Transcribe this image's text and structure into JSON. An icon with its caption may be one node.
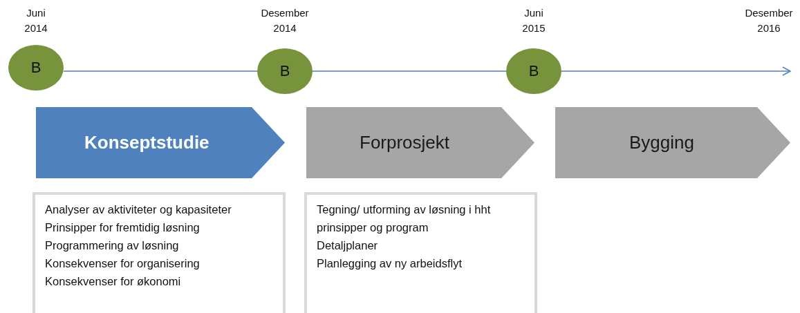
{
  "diagram": {
    "nodes": [
      {
        "text": [
          "B"
        ],
        "beside": [
          "Juni 2014"
        ]
      },
      {
        "text": [
          "B"
        ],
        "beside": [
          "Desember 2014"
        ]
      },
      {
        "text": [
          "B"
        ],
        "beside": [
          "Juni 2015"
        ]
      },
      {
        "text": [
          "Konseptstudie"
        ]
      },
      {
        "text": [
          "Forprosjekt"
        ]
      },
      {
        "text": [
          "Bygging"
        ]
      },
      {
        "text": [
          "Analyser av aktiviteter og kapasiteter",
          "Prinsipper for fremtidig løsning",
          "Programmering av løsning",
          "Konsekvenser for organisering",
          "Konsekvenser for økonomi"
        ]
      },
      {
        "text": [
          "Tegning/ utforming av løsning i hht prinsipper og program",
          "Detaljplaner",
          "Planlegging av ny arbeidsflyt"
        ]
      }
    ],
    "edges": [
      {
        "from": 0,
        "to": 1,
        "arrow": "none"
      },
      {
        "from": 1,
        "to": 2,
        "arrow": "none"
      },
      {
        "from": 2,
        "to": null,
        "arrow": "to"
      }
    ],
    "labels": [
      "Desember 2016"
    ]
  }
}
